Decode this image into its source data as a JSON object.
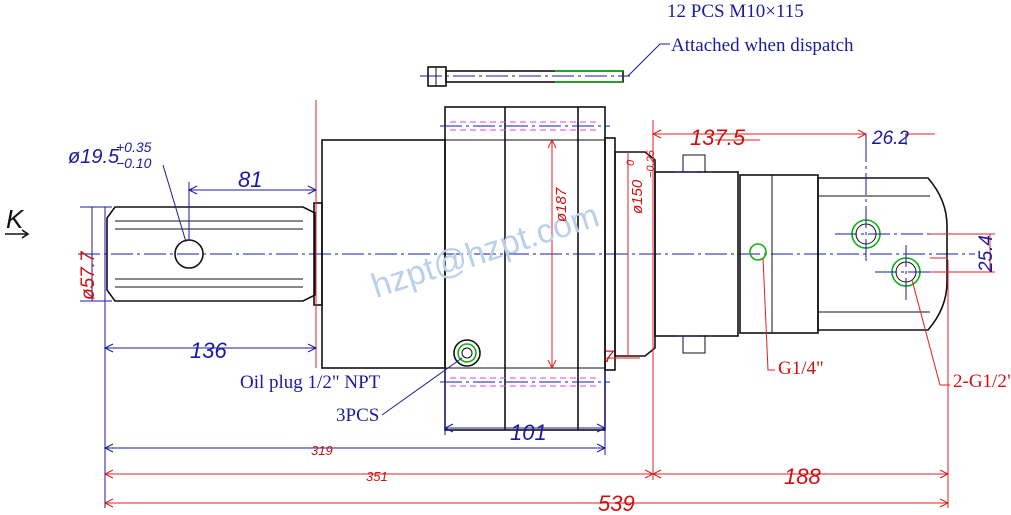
{
  "notes": {
    "bolt_qty": "12 PCS M10×115",
    "attached": "Attached when dispatch",
    "oil_plug": "Oil plug 1/2\" NPT",
    "oil_plug_qty": "3PCS",
    "port_small": "G1/4\"",
    "port_large": "2-G1/2\"",
    "view": "K"
  },
  "dimensions": {
    "shaft_dia": "ø19.5",
    "shaft_tol_upper": "+0.35",
    "shaft_tol_lower": "−0.10",
    "keyway": "81",
    "hex_dia": "ø57.7",
    "shaft_len": "136",
    "flange_dia": "ø187",
    "pilot_dia": "ø150",
    "pilot_tol_upper": "0",
    "pilot_tol_lower": "−0.25",
    "motor_len": "137.5",
    "port_offset_x": "26.2",
    "port_offset_y": "25.4",
    "pilot_depth": "7",
    "flange_len": "101",
    "body_len": "319",
    "mount_len": "351",
    "motor_total": "188",
    "overall": "539"
  },
  "watermark": "hzpt@hzpt.com",
  "colors": {
    "outline": "#111111",
    "dimension_blue": "#1a1aa0",
    "dimension_red": "#d01010",
    "hidden_magenta": "#e040e0",
    "thread_green": "#10b010",
    "watermark": "#b8d0ec"
  }
}
